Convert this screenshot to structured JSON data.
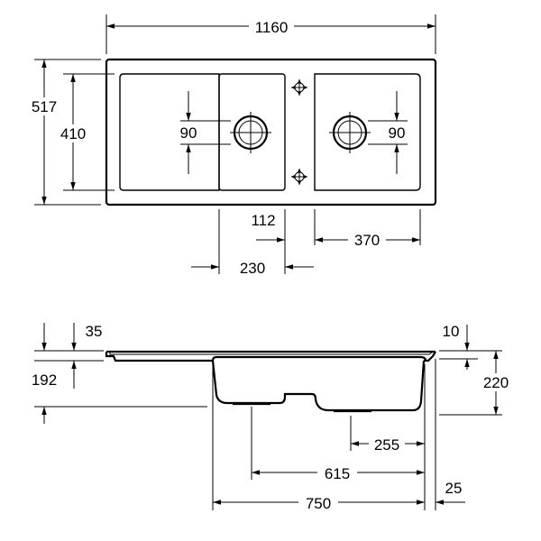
{
  "top_view": {
    "dimensions": {
      "overall_width": "1160",
      "overall_depth": "517",
      "bowl_depth": "410",
      "waste_offset_left": "90",
      "waste_offset_right": "90",
      "small_bowl_width": "112",
      "small_bowl_position": "230",
      "main_bowl_width": "370"
    }
  },
  "side_view": {
    "dimensions": {
      "rim_thickness": "35",
      "bowl_depth_left": "192",
      "rim_right": "10",
      "bowl_depth_right": "220",
      "waste_center": "255",
      "waste_span": "615",
      "bowl_length": "750",
      "end_offset": "25"
    }
  }
}
